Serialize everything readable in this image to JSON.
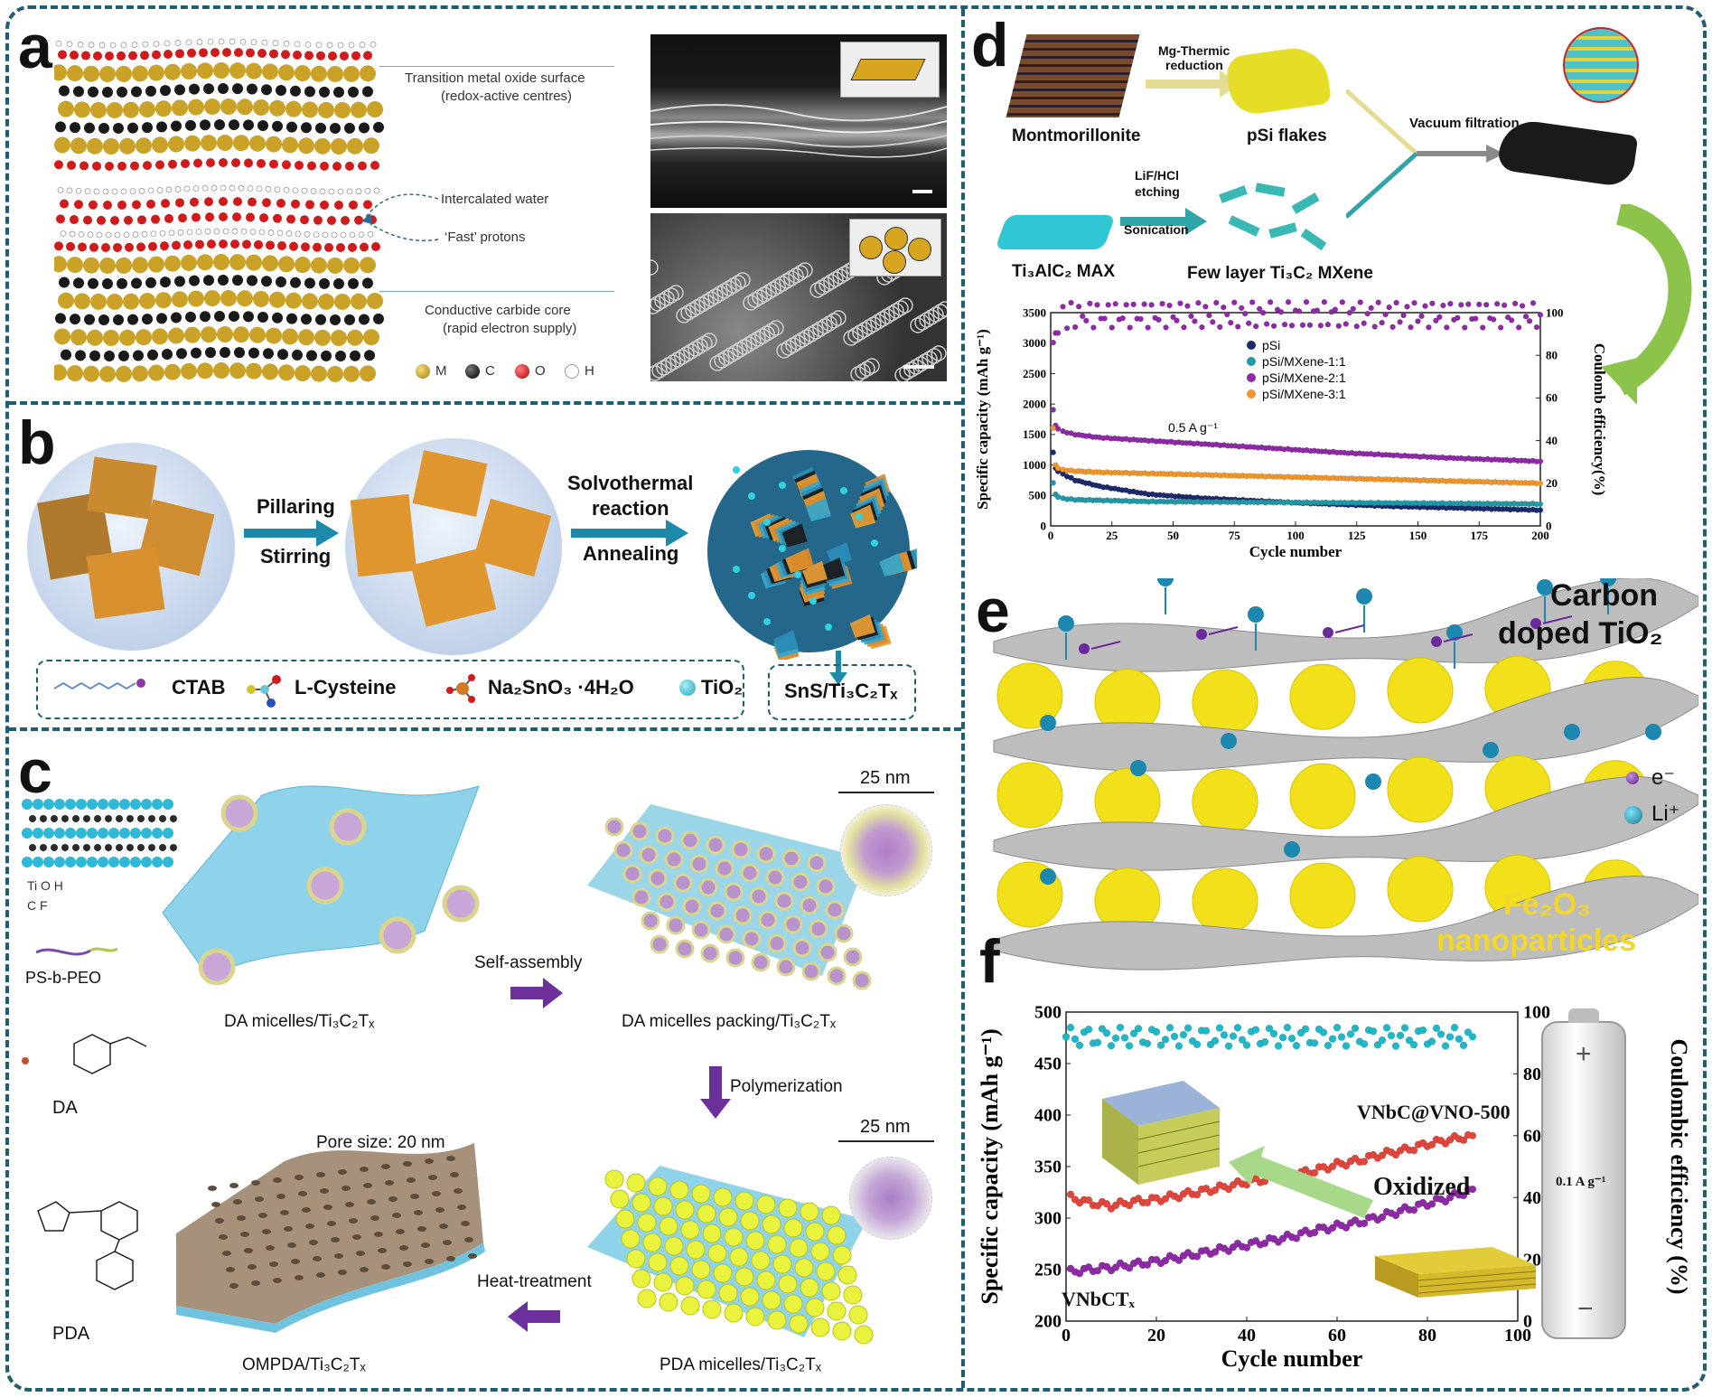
{
  "panel_labels": {
    "a": "a",
    "b": "b",
    "c": "c",
    "d": "d",
    "e": "e",
    "f": "f"
  },
  "panel_a": {
    "label_surface": "Transition metal oxide surface",
    "label_surface_sub": "(redox-active centres)",
    "label_water": "Intercalated water",
    "label_protons": "‘Fast’ protons",
    "label_core": "Conductive carbide core",
    "label_core_sub": "(rapid electron supply)",
    "legend": [
      "M",
      "C",
      "O",
      "H"
    ],
    "colors": {
      "M": "#c9a227",
      "C": "#1a1a1a",
      "O": "#d11a1a",
      "H": "#ffffff"
    }
  },
  "panel_b": {
    "step1_top": "Pillaring",
    "step1_bottom": "Stirring",
    "step2_top": "Solvothermal",
    "step2_mid": "reaction",
    "step2_bottom": "Annealing",
    "legend": [
      "CTAB",
      "L-Cysteine",
      "Na₂SnO₃ ·4H₂O",
      "TiO₂"
    ],
    "product": "SnS/Ti₃C₂Tₓ"
  },
  "panel_c": {
    "atom_legend_1": "Ti   O   H",
    "atom_legend_2": "C   F",
    "polymer": "PS-b-PEO",
    "monomer": "DA",
    "polymer2": "PDA",
    "step1": "DA micelles/Ti₃C₂Tₓ",
    "arrow1": "Self-assembly",
    "step2": "DA micelles packing/Ti₃C₂Tₓ",
    "arrow2": "Polymerization",
    "step3": "PDA micelles/Ti₃C₂Tₓ",
    "arrow3": "Heat-treatment",
    "step4": "OMPDA/Ti₃C₂Tₓ",
    "scale_top": "25 nm",
    "scale_bottom": "25 nm",
    "pore": "Pore size: 20 nm"
  },
  "panel_d": {
    "montmorillonite": "Montmorillonite",
    "mg_thermic": "Mg-Thermic",
    "reduction": "reduction",
    "psi_flakes": "pSi flakes",
    "vacuum": "Vacuum filtration",
    "max": "Ti₃AlC₂ MAX",
    "lif": "LiF/HCl",
    "etching": "etching",
    "sonication": "Sonication",
    "mxene": "Few layer Ti₃C₂ MXene"
  },
  "panel_e": {
    "title_1": "Carbon",
    "title_2": "doped TiO₂",
    "electron": "e⁻",
    "lithium": "Li⁺",
    "np_1": "Fe₂O₃",
    "np_2": "nanoparticles"
  },
  "chart_data": [
    {
      "type": "scatter",
      "panel": "d",
      "xlabel": "Cycle number",
      "ylabel": "Specific capacity (mAh g⁻¹)",
      "y2label": "Coulomb efficiency(%)",
      "xlim": [
        0,
        200
      ],
      "ylim": [
        0,
        3500
      ],
      "y2lim": [
        0,
        100
      ],
      "xticks": [
        0,
        25,
        50,
        75,
        100,
        125,
        150,
        175,
        200
      ],
      "yticks": [
        0,
        500,
        1000,
        1500,
        2000,
        2500,
        3000,
        3500
      ],
      "y2ticks": [
        0,
        20,
        40,
        60,
        80,
        100
      ],
      "annotation": "0.5 A g⁻¹",
      "legend_position": "upper-middle",
      "series": [
        {
          "name": "pSi",
          "color": "#1c2a6b",
          "x": [
            1,
            2,
            3,
            5,
            10,
            20,
            40,
            60,
            80,
            100,
            120,
            140,
            160,
            180,
            200
          ],
          "values": [
            1200,
            950,
            900,
            850,
            750,
            650,
            520,
            460,
            420,
            380,
            350,
            320,
            300,
            280,
            260
          ]
        },
        {
          "name": "pSi/MXene-1:1",
          "color": "#1f9aa8",
          "x": [
            1,
            2,
            3,
            5,
            10,
            20,
            40,
            60,
            80,
            100,
            120,
            140,
            160,
            180,
            200
          ],
          "values": [
            700,
            520,
            480,
            450,
            430,
            420,
            400,
            395,
            390,
            385,
            380,
            375,
            370,
            365,
            360
          ]
        },
        {
          "name": "pSi/MXene-2:1",
          "color": "#8e2aa6",
          "x": [
            1,
            2,
            3,
            5,
            10,
            20,
            40,
            60,
            80,
            100,
            120,
            140,
            160,
            180,
            200
          ],
          "values": [
            1900,
            1650,
            1600,
            1550,
            1500,
            1450,
            1400,
            1350,
            1300,
            1250,
            1200,
            1160,
            1120,
            1090,
            1060
          ]
        },
        {
          "name": "pSi/MXene-3:1",
          "color": "#f0962a",
          "x": [
            1,
            2,
            3,
            5,
            10,
            20,
            40,
            60,
            80,
            100,
            120,
            140,
            160,
            180,
            200
          ],
          "values": [
            1600,
            1000,
            950,
            920,
            900,
            880,
            860,
            840,
            820,
            800,
            780,
            760,
            740,
            720,
            700
          ]
        },
        {
          "name": "CE",
          "color": "#8e2aa6",
          "axis": "right",
          "x": [
            1,
            2,
            3,
            5,
            10,
            25,
            50,
            75,
            100,
            125,
            150,
            175,
            200
          ],
          "values": [
            80,
            92,
            96,
            98,
            99,
            99,
            99,
            99,
            99,
            99,
            99,
            99,
            99
          ]
        }
      ]
    },
    {
      "type": "scatter",
      "panel": "f",
      "xlabel": "Cycle number",
      "ylabel": "Specific capacity (mAh g⁻¹)",
      "y2label": "Coulombic efficiency (%)",
      "xlim": [
        0,
        100
      ],
      "ylim": [
        200,
        500
      ],
      "y2lim": [
        0,
        100
      ],
      "xticks": [
        0,
        20,
        40,
        60,
        80,
        100
      ],
      "yticks": [
        200,
        250,
        300,
        350,
        400,
        450,
        500
      ],
      "y2ticks": [
        0,
        20,
        40,
        60,
        80,
        100
      ],
      "annotations": [
        "VNbC@VNO-500",
        "VNbCTₓ",
        "Oxidized",
        "0.1 A g⁻¹"
      ],
      "series": [
        {
          "name": "VNbC@VNO-500",
          "color": "#e0463c",
          "x": [
            1,
            5,
            10,
            15,
            20,
            25,
            30,
            35,
            40,
            45,
            50,
            55,
            60,
            65,
            70,
            75,
            80,
            85,
            90
          ],
          "values": [
            320,
            315,
            312,
            316,
            318,
            322,
            326,
            330,
            335,
            338,
            342,
            346,
            352,
            356,
            362,
            366,
            372,
            376,
            380
          ]
        },
        {
          "name": "VNbCTₓ",
          "color": "#8e2aa6",
          "x": [
            1,
            5,
            10,
            15,
            20,
            25,
            30,
            35,
            40,
            45,
            50,
            55,
            60,
            65,
            70,
            75,
            80,
            85,
            90
          ],
          "values": [
            248,
            250,
            252,
            255,
            258,
            262,
            266,
            270,
            274,
            278,
            282,
            288,
            292,
            296,
            302,
            308,
            314,
            320,
            328
          ]
        },
        {
          "name": "CE",
          "color": "#1fb8c8",
          "axis": "right",
          "x": [
            0,
            10,
            20,
            30,
            40,
            50,
            60,
            70,
            80,
            90
          ],
          "values": [
            92,
            92,
            92,
            92,
            92,
            92,
            92,
            92,
            92,
            92
          ]
        }
      ]
    }
  ]
}
